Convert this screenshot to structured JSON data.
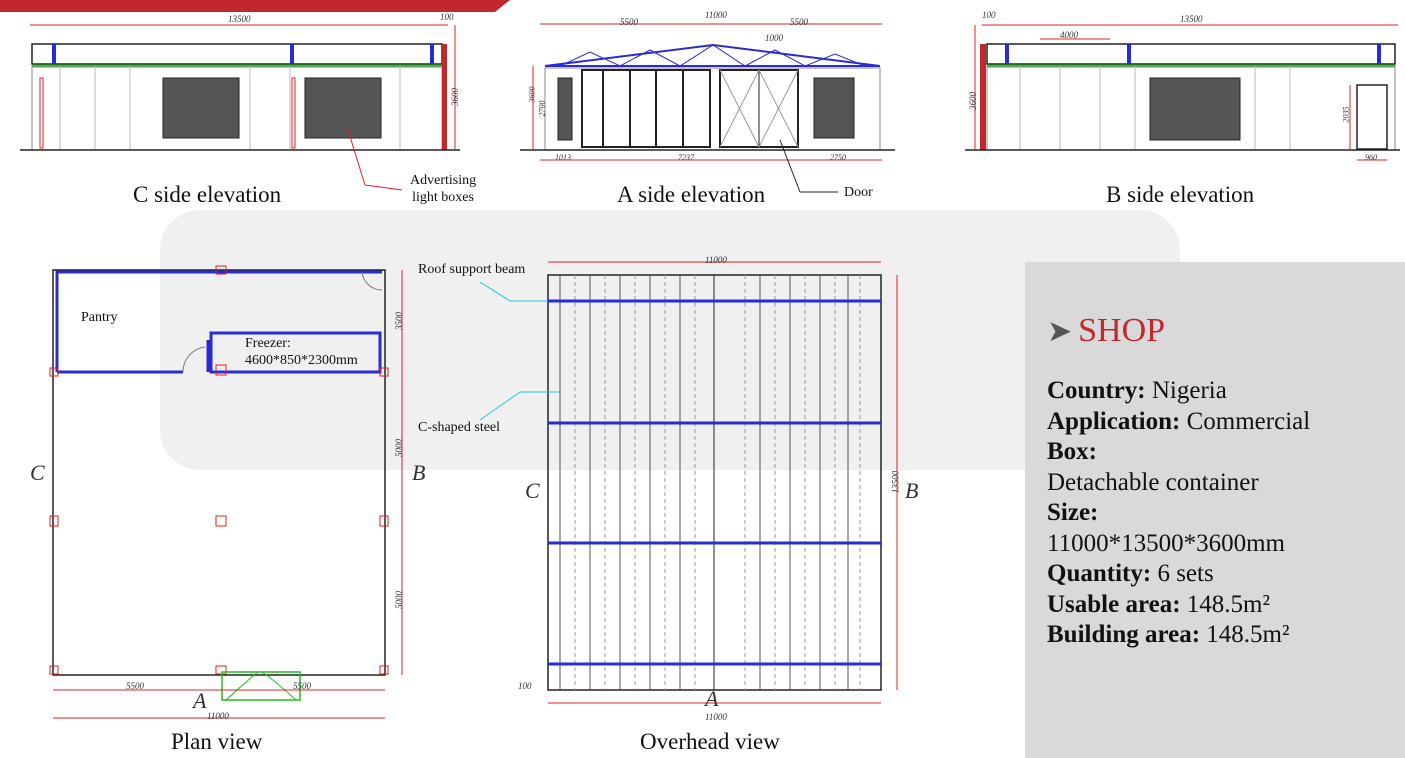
{
  "elevations": {
    "c_side": {
      "caption": "C side elevation",
      "width_dim": "13500",
      "top_dim": "100",
      "height_dim": "3600"
    },
    "a_side": {
      "caption": "A side elevation",
      "total_dim": "11000",
      "left_dim": "5500",
      "right_dim": "5500",
      "roof_dim": "1000",
      "h1": "3600",
      "h2": "2700",
      "b1": "1013",
      "b2": "7237",
      "b3": "2750"
    },
    "b_side": {
      "caption": "B side elevation",
      "width_dim": "13500",
      "top_dim": "100",
      "sub_dim": "4000",
      "height_dim": "3600",
      "door_h": "2035",
      "door_w": "960"
    }
  },
  "annotations": {
    "advertising": "Advertising light boxes",
    "advertising_l1": "Advertising",
    "advertising_l2": "light boxes",
    "door": "Door",
    "roof_beam": "Roof support beam",
    "c_steel": "C-shaped steel",
    "pantry": "Pantry",
    "freezer_l1": "Freezer:",
    "freezer_l2": "4600*850*2300mm"
  },
  "plan": {
    "caption": "Plan view",
    "side_c": "C",
    "side_b": "B",
    "side_a": "A",
    "dim_bottom_left": "5500",
    "dim_bottom_right": "5500",
    "dim_total": "11000",
    "dim_right_1": "3500",
    "dim_right_2": "5000",
    "dim_right_3": "5000"
  },
  "overhead": {
    "caption": "Overhead view",
    "side_c": "C",
    "side_b": "B",
    "side_a": "A",
    "dim_top": "11000",
    "dim_bottom": "11000",
    "dim_right": "13500",
    "dim_small": "100"
  },
  "info": {
    "title": "SHOP",
    "country_label": "Country:",
    "country": "Nigeria",
    "application_label": "Application:",
    "application": "Commercial",
    "box_label": "Box:",
    "box": "Detachable container",
    "size_label": "Size:",
    "size": "11000*13500*3600mm",
    "quantity_label": "Quantity:",
    "quantity": "6 sets",
    "usable_label": "Usable area:",
    "usable": "148.5m²",
    "building_label": "Building area:",
    "building": "148.5m²"
  },
  "colors": {
    "accent": "#c0282d",
    "blue": "#2b2bd6",
    "green": "#1fbf1f",
    "red": "#e02020",
    "cyan": "#22c4d8"
  }
}
